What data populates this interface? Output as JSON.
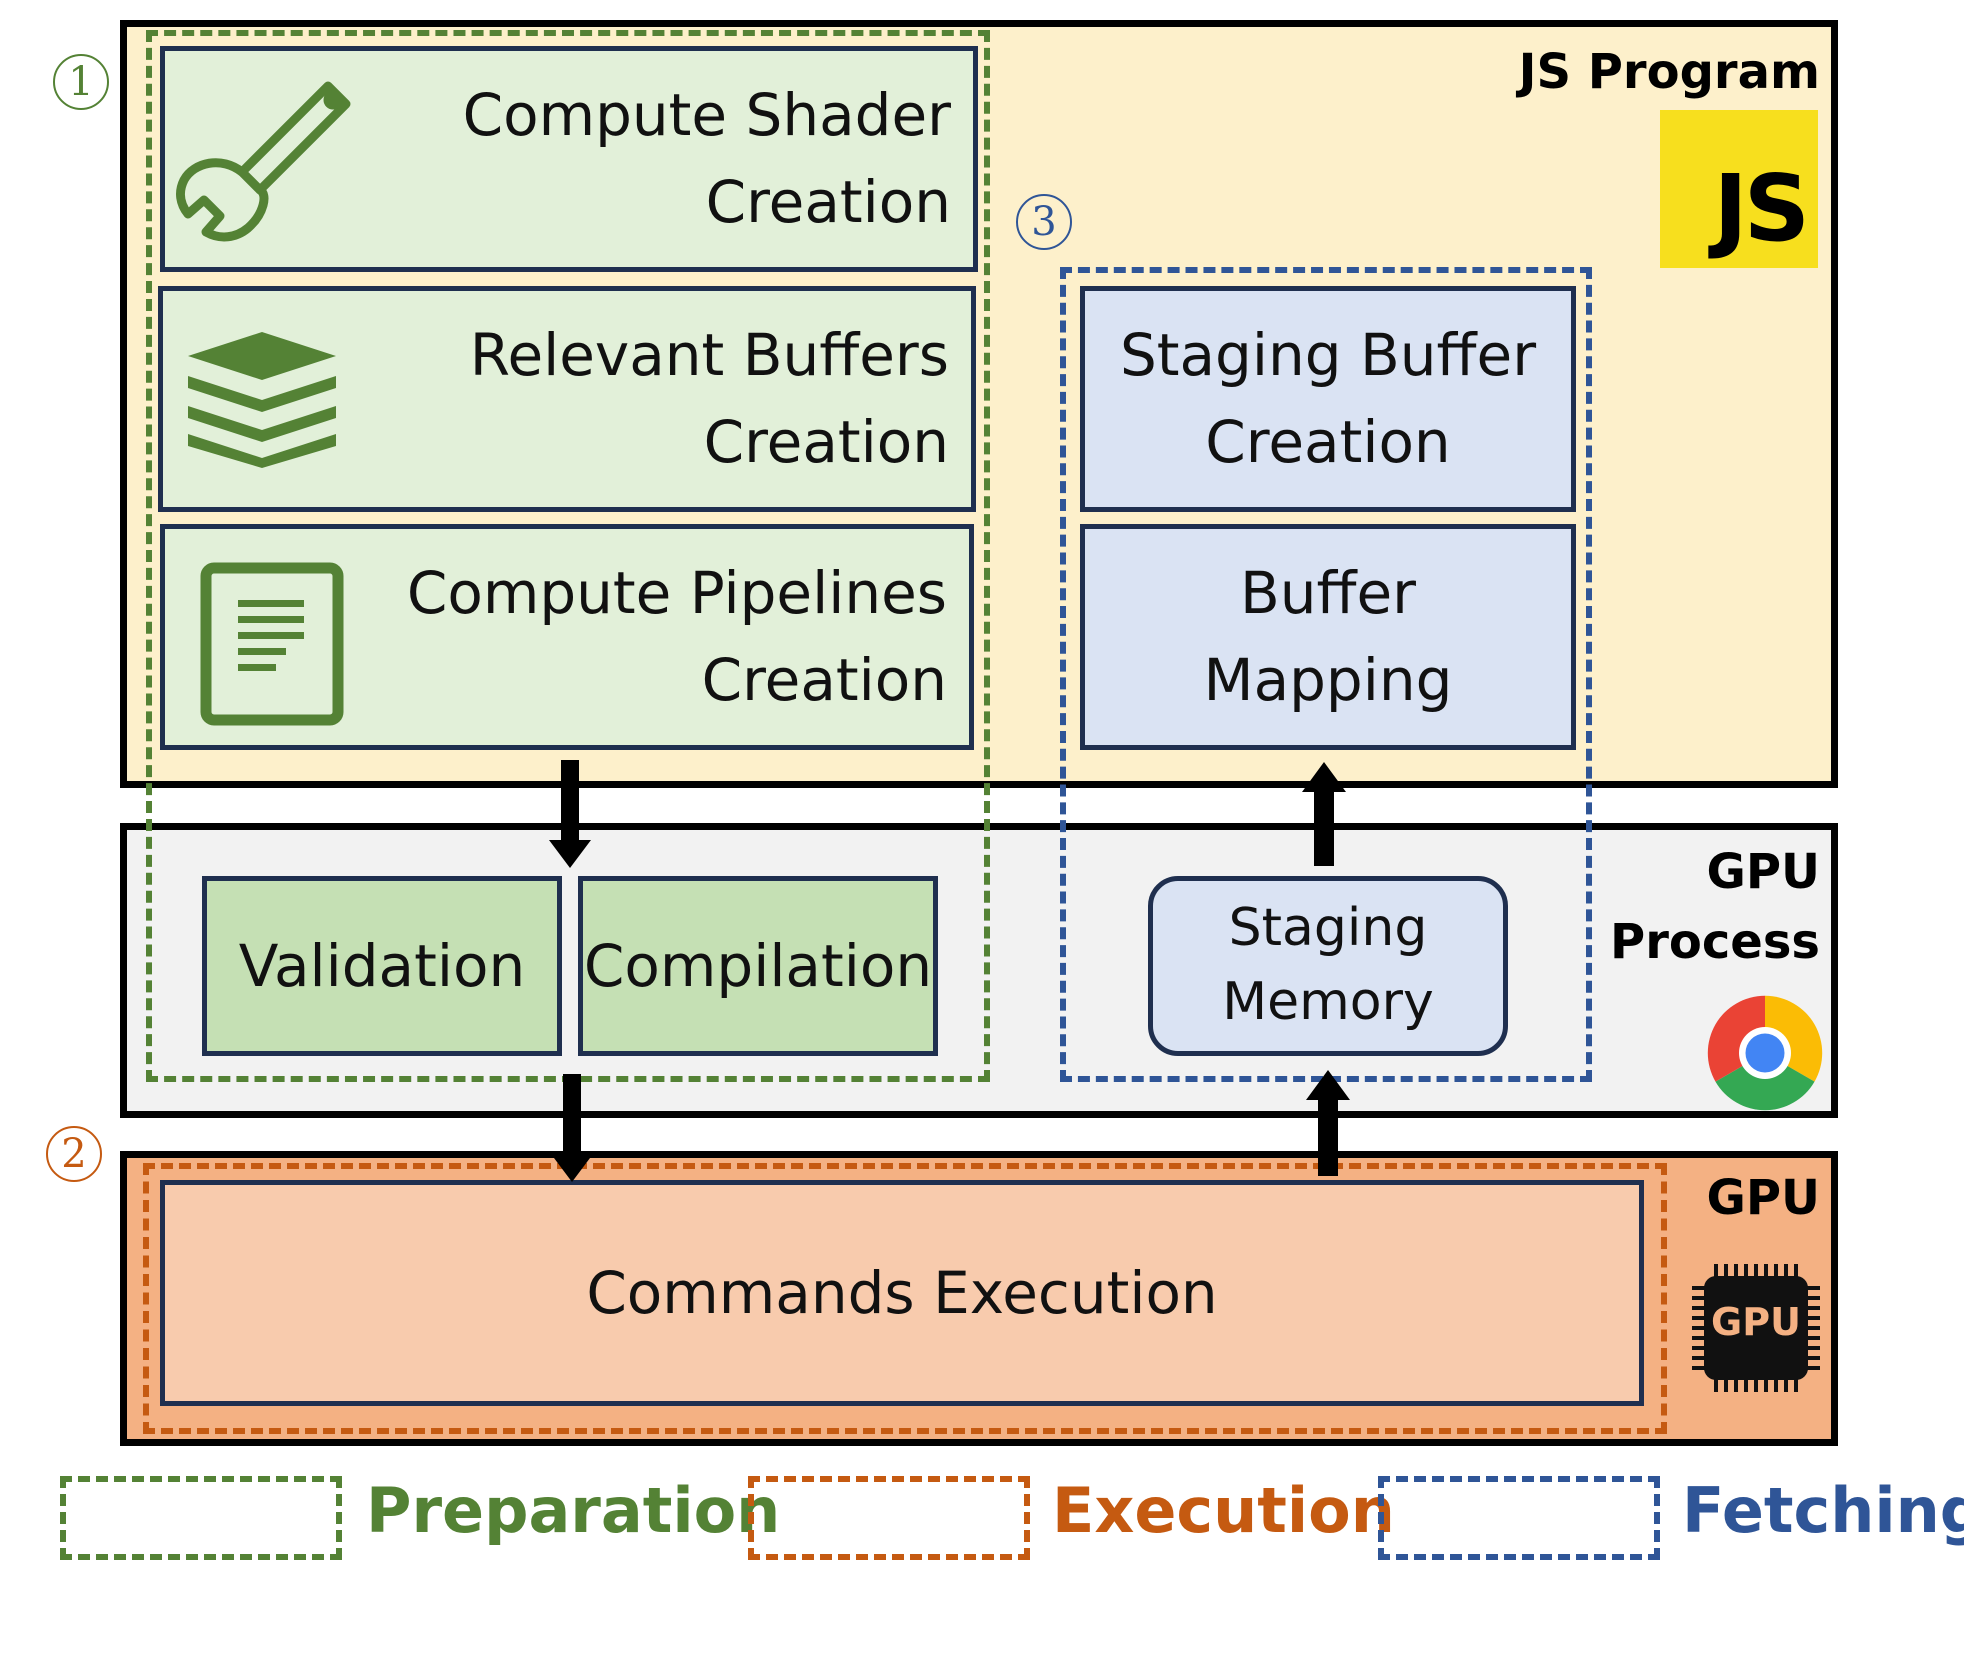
{
  "layers": {
    "js_program": {
      "title": "JS Program",
      "logo_text": "JS"
    },
    "gpu_process": {
      "title_line1": "GPU",
      "title_line2": "Process",
      "logo": "chrome-icon"
    },
    "gpu": {
      "title": "GPU",
      "chip_text": "GPU"
    }
  },
  "markers": {
    "one": "1",
    "two": "2",
    "three": "3"
  },
  "preparation": {
    "shader": {
      "line1": "Compute Shader",
      "line2": "Creation",
      "icon": "wrench-icon"
    },
    "buffers": {
      "line1": "Relevant Buffers",
      "line2": "Creation",
      "icon": "layers-icon"
    },
    "pipelines": {
      "line1": "Compute Pipelines",
      "line2": "Creation",
      "icon": "document-icon"
    },
    "validation": "Validation",
    "compilation": "Compilation"
  },
  "fetching": {
    "staging_buffer": {
      "line1": "Staging Buffer",
      "line2": "Creation"
    },
    "mapping": {
      "line1": "Buffer",
      "line2": "Mapping"
    },
    "staging_memory": {
      "line1": "Staging",
      "line2": "Memory"
    }
  },
  "execution": {
    "commands": "Commands Execution"
  },
  "legend": {
    "preparation": "Preparation",
    "execution": "Execution",
    "fetching": "Fetching"
  },
  "colors": {
    "preparation": "#548235",
    "execution": "#c55a11",
    "fetching": "#2f5597",
    "js_bg": "#fdf0cb",
    "gpu_process_bg": "#f2f2f2",
    "gpu_bg": "#f4b183",
    "js_logo": "#f7df1e"
  }
}
